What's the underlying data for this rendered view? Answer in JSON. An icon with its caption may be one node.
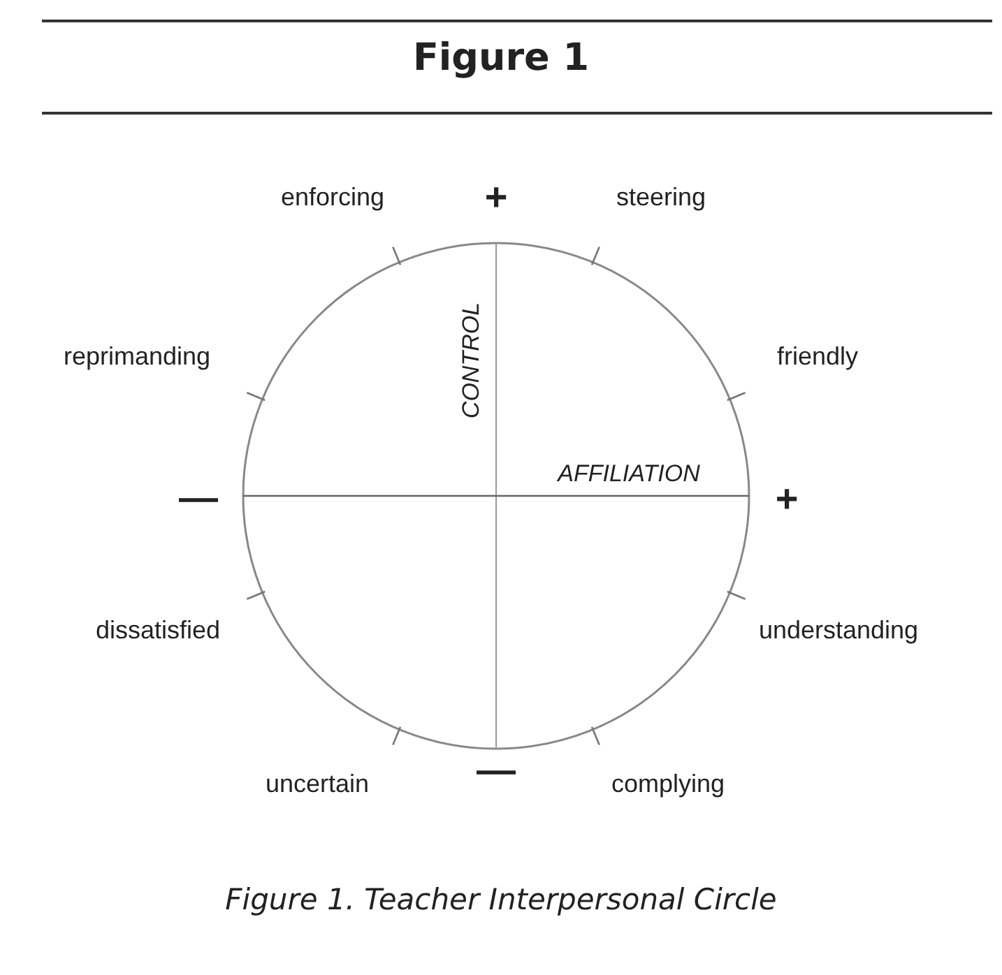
{
  "diagram": {
    "title": "Figure 1",
    "caption": "Figure 1. Teacher Interpersonal Circle",
    "labels": [
      "enforcing",
      "+",
      "steering",
      "reprimanding",
      "CONTROL",
      "friendly",
      "AFFILIATION",
      "—",
      "+",
      "dissatisfied",
      "understanding",
      "uncertain",
      "—",
      "complying"
    ]
  }
}
